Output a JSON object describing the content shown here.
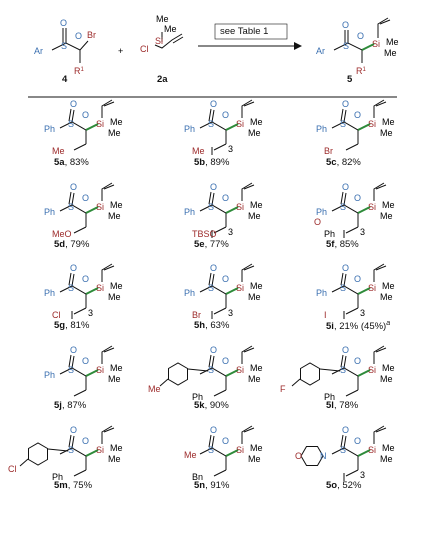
{
  "header": {
    "reactant1": {
      "id": "4",
      "ar": "Ar",
      "s": "S",
      "o": "O",
      "br": "Br",
      "r1": "R",
      "r1sup": "1"
    },
    "plus": "+",
    "reactant2": {
      "id": "2a",
      "cl": "Cl",
      "si": "Si",
      "me1": "Me",
      "me2": "Me"
    },
    "arrow_label": "see Table 1",
    "product": {
      "id": "5",
      "ar": "Ar",
      "s": "S",
      "o": "O",
      "si": "Si",
      "me": "Me",
      "r1": "R",
      "r1sup": "1"
    }
  },
  "compounds": [
    {
      "id": "5a",
      "yield": "83%",
      "sulfonyl": "Ph",
      "substituent": "Me"
    },
    {
      "id": "5b",
      "yield": "89%",
      "sulfonyl": "Ph",
      "substituent": "Me",
      "chain_sub": "3"
    },
    {
      "id": "5c",
      "yield": "82%",
      "sulfonyl": "Ph",
      "substituent": "Br"
    },
    {
      "id": "5d",
      "yield": "79%",
      "sulfonyl": "Ph",
      "substituent": "MeO"
    },
    {
      "id": "5e",
      "yield": "77%",
      "sulfonyl": "Ph",
      "substituent": "TBSO",
      "chain_sub": "3"
    },
    {
      "id": "5f",
      "yield": "85%",
      "sulfonyl": "Ph",
      "substituent": "Ph",
      "ester_o": "O",
      "chain_sub": "3"
    },
    {
      "id": "5g",
      "yield": "81%",
      "sulfonyl": "Ph",
      "substituent": "Cl",
      "chain_sub": "3"
    },
    {
      "id": "5h",
      "yield": "63%",
      "sulfonyl": "Ph",
      "substituent": "Br",
      "chain_sub": "3"
    },
    {
      "id": "5i",
      "yield": "21% (45%)",
      "yield_sup": "a",
      "sulfonyl": "Ph",
      "substituent": "I",
      "chain_sub": "3"
    },
    {
      "id": "5j",
      "yield": "87%",
      "sulfonyl": "Ph",
      "substituent": ""
    },
    {
      "id": "5k",
      "yield": "90%",
      "sulfonyl": "Me",
      "substituent": "Ph"
    },
    {
      "id": "5l",
      "yield": "78%",
      "sulfonyl": "F",
      "substituent": "Ph"
    },
    {
      "id": "5m",
      "yield": "75%",
      "sulfonyl": "Cl",
      "substituent": "Ph"
    },
    {
      "id": "5n",
      "yield": "91%",
      "sulfonyl": "Me",
      "substituent": "Bn"
    },
    {
      "id": "5o",
      "yield": "52%",
      "sulfonyl": "O",
      "substituent": "",
      "chain_sub": "3"
    }
  ],
  "common": {
    "si": "Si",
    "me": "Me",
    "s": "S",
    "o": "O",
    "ph": "Ph",
    "n": "N"
  },
  "colors": {
    "blue": "#3a6fb0",
    "red": "#9c2a2a",
    "green": "#2e8b3a"
  }
}
